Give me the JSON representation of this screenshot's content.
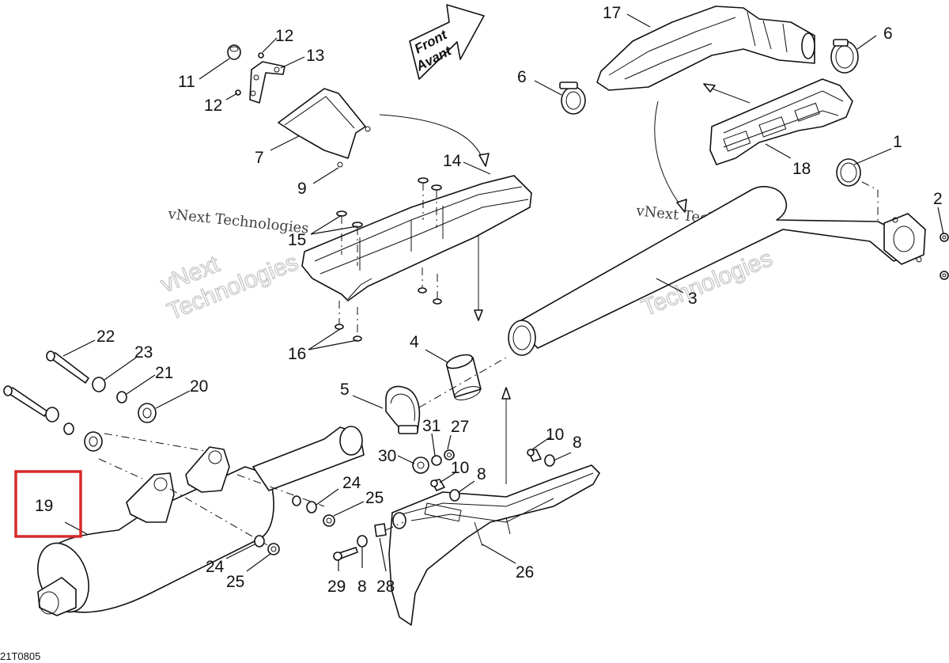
{
  "callouts": {
    "c1": "1",
    "c2": "2",
    "c3": "3",
    "c4": "4",
    "c5": "5",
    "c6a": "6",
    "c6b": "6",
    "c7": "7",
    "c8a": "8",
    "c8b": "8",
    "c8c": "8",
    "c9": "9",
    "c10a": "10",
    "c10b": "10",
    "c11": "11",
    "c12a": "12",
    "c12b": "12",
    "c13": "13",
    "c14": "14",
    "c15": "15",
    "c16": "16",
    "c17": "17",
    "c18": "18",
    "c19": "19",
    "c20": "20",
    "c21": "21",
    "c22": "22",
    "c23": "23",
    "c24a": "24",
    "c24b": "24",
    "c25a": "25",
    "c25b": "25",
    "c26": "26",
    "c27": "27",
    "c28": "28",
    "c29": "29",
    "c30": "30",
    "c31": "31"
  },
  "front_arrow": {
    "line1": "Front",
    "line2": "Avant"
  },
  "watermark": {
    "line1": "vNext Technologies",
    "line2a": "vNext",
    "line2b": "Technologies"
  },
  "drawing_code": "21T0805",
  "highlight": {
    "label": "19",
    "color": "#d62a2a"
  }
}
